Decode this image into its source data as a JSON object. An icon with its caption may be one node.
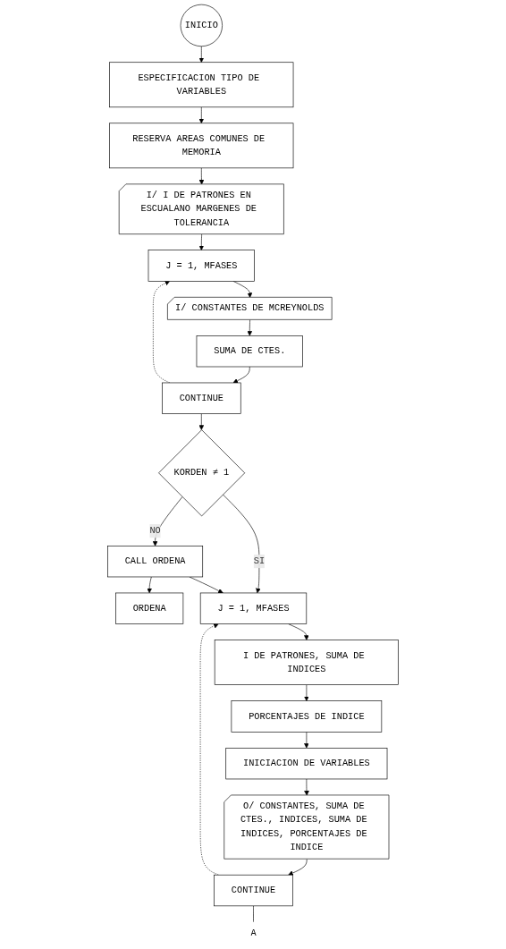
{
  "diagram": {
    "nodes": [
      {
        "text": [
          "INICIO"
        ]
      },
      {
        "text": [
          "ESPECIFICACION TIPO DE VARIABLES"
        ]
      },
      {
        "text": [
          "RESERVA AREAS COMUNES DE MEMORIA"
        ]
      },
      {
        "text": [
          "I/ I DE PATRONES EN ESCUALANO MARGENES DE TOLERANCIA"
        ]
      },
      {
        "text": [
          "J = 1, MFASES"
        ]
      },
      {
        "text": [
          "I/ CONSTANTES DE MCREYNOLDS"
        ]
      },
      {
        "text": [
          "SUMA DE CTES."
        ]
      },
      {
        "text": [
          "CONTINUE"
        ]
      },
      {
        "text": [
          "KORDEN ≠ 1"
        ]
      },
      {
        "text": [
          "CALL ORDENA"
        ]
      },
      {
        "text": [
          "ORDENA"
        ]
      },
      {
        "text": [
          "J = 1, MFASES"
        ]
      },
      {
        "text": [
          "I DE PATRONES, SUMA DE INDICES"
        ]
      },
      {
        "text": [
          "PORCENTAJES DE INDICE"
        ]
      },
      {
        "text": [
          "INICIACION DE VARIABLES"
        ]
      },
      {
        "text": [
          "O/ CONSTANTES, SUMA DE CTES., INDICES, SUMA DE INDICES, PORCENTAJES DE INDICE"
        ]
      },
      {
        "text": [
          "CONTINUE"
        ]
      },
      {
        "text": [
          "A"
        ]
      }
    ],
    "edges": [
      {
        "from": 0,
        "to": 1,
        "arrow": "to"
      },
      {
        "from": 1,
        "to": 2,
        "arrow": "to"
      },
      {
        "from": 2,
        "to": 3,
        "arrow": "to"
      },
      {
        "from": 3,
        "to": 4,
        "arrow": "to"
      },
      {
        "from": 4,
        "to": 5,
        "arrow": "to"
      },
      {
        "from": 5,
        "to": 6,
        "arrow": "to"
      },
      {
        "from": 6,
        "to": 7,
        "arrow": "to"
      },
      {
        "from": 7,
        "to": 4,
        "arrow": "to",
        "style": "dashed"
      },
      {
        "from": 7,
        "to": 8,
        "arrow": "to"
      },
      {
        "from": 8,
        "to": 11,
        "label": "SI",
        "arrow": "to"
      },
      {
        "from": 8,
        "to": 9,
        "label": "NO",
        "arrow": "to"
      },
      {
        "from": 9,
        "to": 10,
        "arrow": "to"
      },
      {
        "from": 9,
        "to": 11,
        "arrow": "to"
      },
      {
        "from": 11,
        "to": 12,
        "arrow": "to"
      },
      {
        "from": 12,
        "to": 13,
        "arrow": "to"
      },
      {
        "from": 13,
        "to": 14,
        "arrow": "to"
      },
      {
        "from": 14,
        "to": 15,
        "arrow": "to"
      },
      {
        "from": 15,
        "to": 16,
        "arrow": "to"
      },
      {
        "from": 16,
        "to": 11,
        "arrow": "to",
        "style": "dashed"
      },
      {
        "from": 16,
        "to": 17,
        "arrow": "none"
      }
    ]
  }
}
